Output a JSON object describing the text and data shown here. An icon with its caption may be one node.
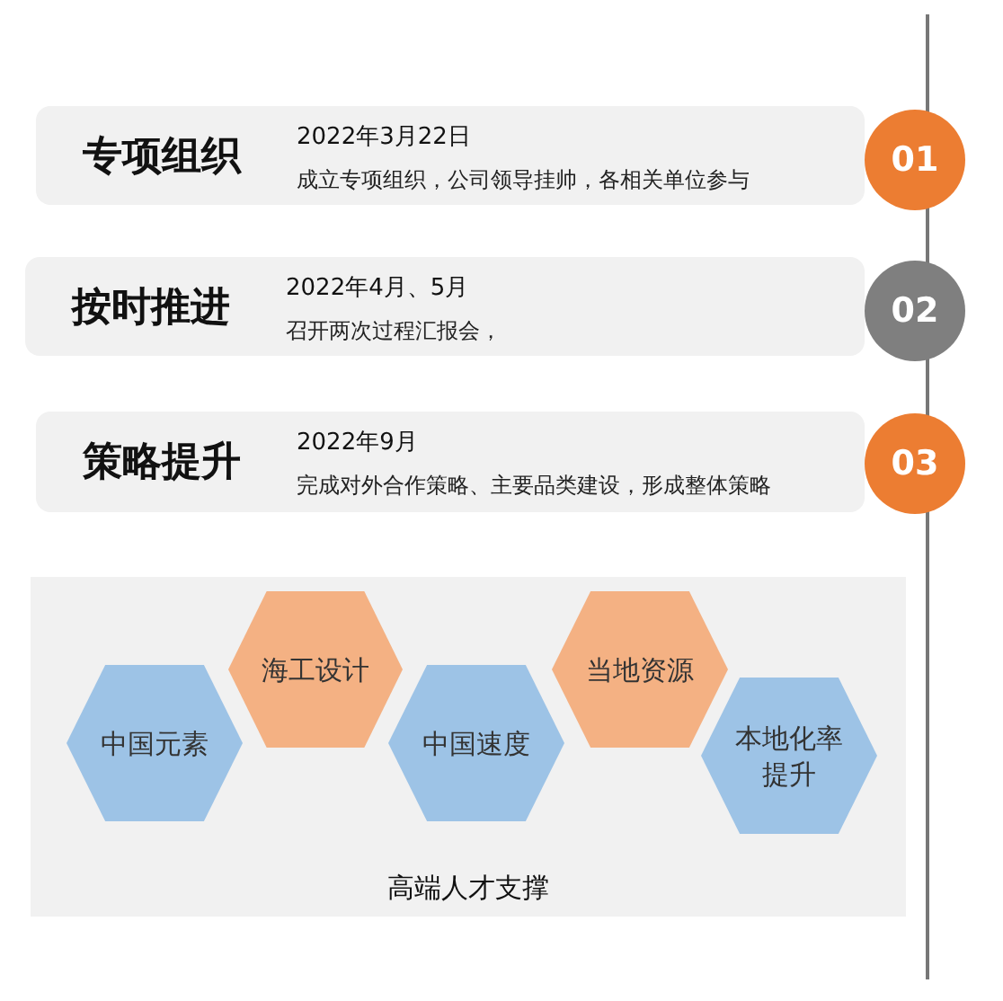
{
  "diagram": {
    "nodes": [
      {
        "text": [
          "专项组织",
          "2022年3月22日",
          "成立专项组织，公司领导挂帅，各相关单位参与"
        ]
      },
      {
        "text": [
          "01"
        ]
      },
      {
        "text": [
          "按时推进",
          "2022年4月、5月",
          "召开两次过程汇报会，"
        ]
      },
      {
        "text": [
          "02"
        ]
      },
      {
        "text": [
          "策略提升",
          "2022年9月",
          "完成对外合作策略、主要品类建设，形成整体策略"
        ]
      },
      {
        "text": [
          "03"
        ]
      },
      {
        "text": [
          "高端人才支撑"
        ]
      },
      {
        "text": [
          "中国元素"
        ],
        "in": 6
      },
      {
        "text": [
          "海工设计"
        ],
        "in": 6
      },
      {
        "text": [
          "中国速度"
        ],
        "in": 6
      },
      {
        "text": [
          "当地资源"
        ],
        "in": 6
      },
      {
        "text": [
          "本地化率提升"
        ],
        "in": 6
      }
    ],
    "edges": []
  }
}
